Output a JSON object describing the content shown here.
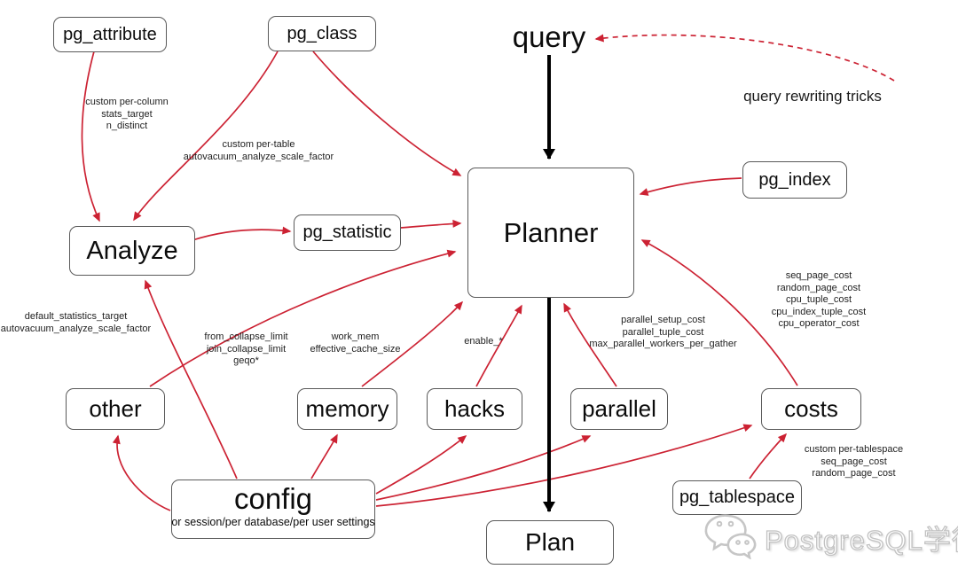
{
  "nodes": {
    "pg_attribute": {
      "label": "pg_attribute"
    },
    "pg_class": {
      "label": "pg_class"
    },
    "query": {
      "label": "query"
    },
    "pg_index": {
      "label": "pg_index"
    },
    "planner": {
      "label": "Planner"
    },
    "analyze": {
      "label": "Analyze"
    },
    "pg_statistic": {
      "label": "pg_statistic"
    },
    "other": {
      "label": "other"
    },
    "memory": {
      "label": "memory"
    },
    "hacks": {
      "label": "hacks"
    },
    "parallel": {
      "label": "parallel"
    },
    "costs": {
      "label": "costs"
    },
    "config": {
      "label": "config",
      "sublabel": "or session/per database/per user settings"
    },
    "pg_tablespace": {
      "label": "pg_tablespace"
    },
    "plan": {
      "label": "Plan"
    }
  },
  "edges": [
    {
      "from": "pg_attribute",
      "to": "Analyze",
      "style": "red",
      "label": "custom per-column\nstats_target\nn_distinct"
    },
    {
      "from": "pg_class",
      "to": "Analyze",
      "style": "red",
      "label": "custom per-table\nautovacuum_analyze_scale_factor"
    },
    {
      "from": "pg_class",
      "to": "Planner",
      "style": "red"
    },
    {
      "from": "Analyze",
      "to": "pg_statistic",
      "style": "red"
    },
    {
      "from": "pg_statistic",
      "to": "Planner",
      "style": "red"
    },
    {
      "from": "pg_index",
      "to": "Planner",
      "style": "red"
    },
    {
      "from": "query",
      "to": "Planner",
      "style": "black"
    },
    {
      "from": "Planner",
      "to": "Plan",
      "style": "black"
    },
    {
      "from": "query rewriting tricks",
      "to": "query",
      "style": "red-dashed",
      "label": "query rewriting tricks"
    },
    {
      "from": "other",
      "to": "Planner",
      "style": "red",
      "label": "from_collapse_limit\njoin_collapse_limit\ngeqo*"
    },
    {
      "from": "memory",
      "to": "Planner",
      "style": "red",
      "label": "work_mem\neffective_cache_size"
    },
    {
      "from": "hacks",
      "to": "Planner",
      "style": "red",
      "label": "enable_*"
    },
    {
      "from": "parallel",
      "to": "Planner",
      "style": "red",
      "label": "parallel_setup_cost\nparallel_tuple_cost\nmax_parallel_workers_per_gather"
    },
    {
      "from": "costs",
      "to": "Planner",
      "style": "red",
      "label": "seq_page_cost\nrandom_page_cost\ncpu_tuple_cost\ncpu_index_tuple_cost\ncpu_operator_cost"
    },
    {
      "from": "pg_tablespace",
      "to": "costs",
      "style": "red",
      "label": "custom per-tablespace\nseq_page_cost\nrandom_page_cost"
    },
    {
      "from": "config",
      "to": "Analyze",
      "style": "red",
      "label": "default_statistics_target\nautovacuum_analyze_scale_factor"
    },
    {
      "from": "config",
      "to": "other",
      "style": "red"
    },
    {
      "from": "config",
      "to": "memory",
      "style": "red"
    },
    {
      "from": "config",
      "to": "hacks",
      "style": "red"
    },
    {
      "from": "config",
      "to": "parallel",
      "style": "red"
    },
    {
      "from": "config",
      "to": "costs",
      "style": "red"
    }
  ],
  "watermark": {
    "text": "PostgreSQL学徒",
    "icon": "wechat-logo-icon"
  },
  "colors": {
    "arrow_red": "#cc2233",
    "arrow_black": "#000000",
    "box_border": "#5a5a5a",
    "box_fill": "#ffffff",
    "text": "#0c0c0c",
    "watermark_gray": "#c2c2c2"
  }
}
